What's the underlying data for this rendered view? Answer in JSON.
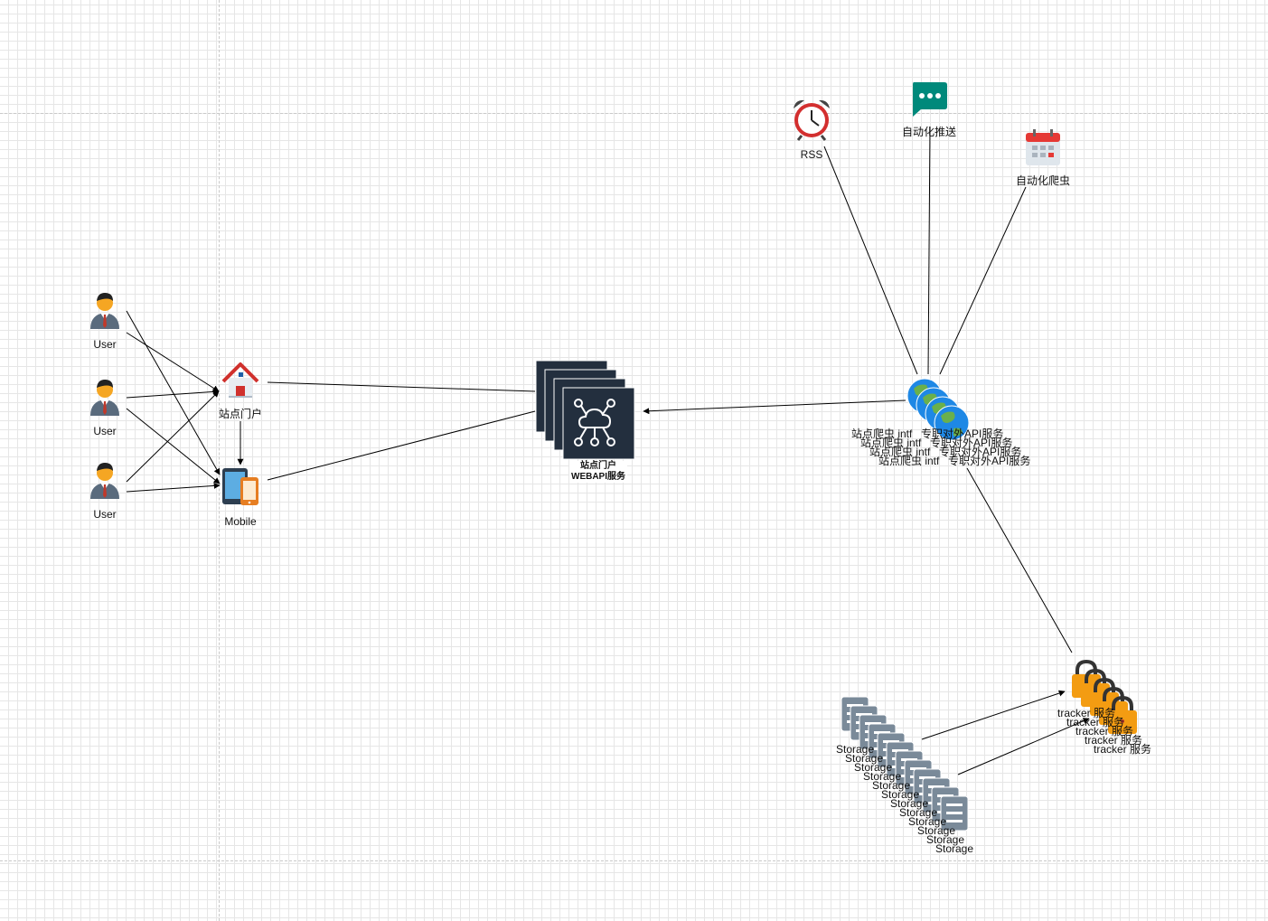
{
  "users": [
    {
      "label": "User"
    },
    {
      "label": "User"
    },
    {
      "label": "User"
    }
  ],
  "portal": {
    "label": "站点门户"
  },
  "mobile": {
    "label": "Mobile"
  },
  "webapi": {
    "label_line1": "站点门户",
    "label_line2": "WEBAPI服务"
  },
  "rss": {
    "label": "RSS"
  },
  "push": {
    "label": "自动化推送"
  },
  "crawler": {
    "label": "自动化爬虫"
  },
  "api_services": {
    "label_left": "站点爬虫 intf",
    "label_right": "专职对外API服务",
    "stack_count": 4
  },
  "tracker": {
    "label": "tracker 服务",
    "stack_count": 5
  },
  "storage": {
    "label": "Storage",
    "stack_count": 12
  },
  "colors": {
    "edge": "#000000",
    "person_skin": "#f5a623",
    "person_suit": "#5a6b7d",
    "tie": "#c0392b",
    "house_roof": "#d0312d",
    "server_dark": "#232f3e",
    "alarm_red": "#d32f2f",
    "chat_teal": "#00897b",
    "calendar_red": "#e53935",
    "globe_blue": "#1e88e5",
    "globe_green": "#6ab04c",
    "lock_orange": "#f39c12",
    "storage_gray": "#7a8a99"
  }
}
